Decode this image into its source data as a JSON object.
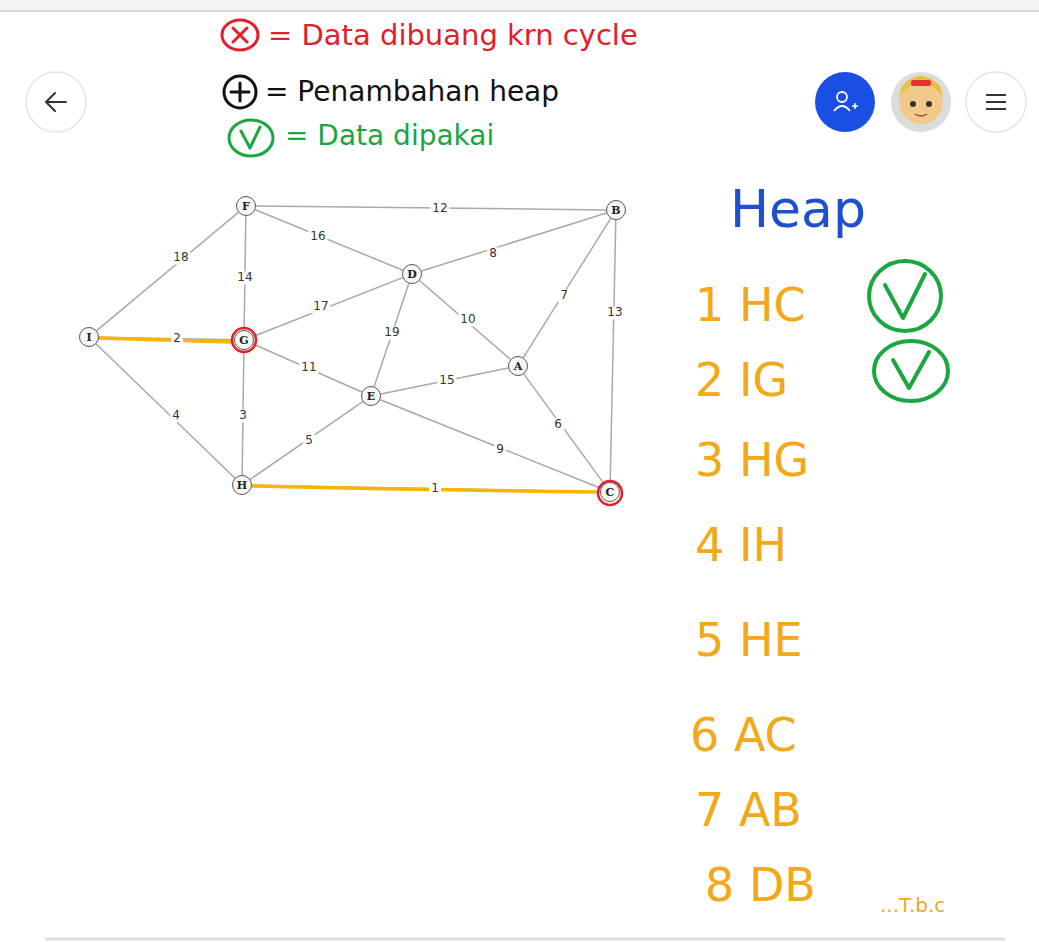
{
  "diagram": {
    "nodes": [
      {
        "text": [
          "F"
        ]
      },
      {
        "text": [
          "B"
        ]
      },
      {
        "text": [
          "D"
        ]
      },
      {
        "text": [
          "I"
        ]
      },
      {
        "text": [
          "G"
        ]
      },
      {
        "text": [
          "A"
        ]
      },
      {
        "text": [
          "E"
        ]
      },
      {
        "text": [
          "H"
        ]
      },
      {
        "text": [
          "C"
        ]
      }
    ],
    "edges": [
      {
        "from": 0,
        "to": 1,
        "arrow": "none",
        "label": "12"
      },
      {
        "from": 0,
        "to": 2,
        "arrow": "none",
        "label": "16"
      },
      {
        "from": 0,
        "to": 3,
        "arrow": "none",
        "label": "18"
      },
      {
        "from": 0,
        "to": 4,
        "arrow": "none",
        "label": "14"
      },
      {
        "from": 2,
        "to": 1,
        "arrow": "none",
        "label": "8"
      },
      {
        "from": 1,
        "to": 5,
        "arrow": "none",
        "label": "7"
      },
      {
        "from": 1,
        "to": 8,
        "arrow": "none",
        "label": "13"
      },
      {
        "from": 2,
        "to": 4,
        "arrow": "none",
        "label": "17"
      },
      {
        "from": 2,
        "to": 6,
        "arrow": "none",
        "label": "19"
      },
      {
        "from": 2,
        "to": 5,
        "arrow": "none",
        "label": "10"
      },
      {
        "from": 3,
        "to": 4,
        "arrow": "none",
        "label": "2"
      },
      {
        "from": 4,
        "to": 6,
        "arrow": "none",
        "label": "11"
      },
      {
        "from": 3,
        "to": 7,
        "arrow": "none",
        "label": "4"
      },
      {
        "from": 4,
        "to": 7,
        "arrow": "none",
        "label": "3"
      },
      {
        "from": 6,
        "to": 5,
        "arrow": "none",
        "label": "15"
      },
      {
        "from": 6,
        "to": 7,
        "arrow": "none",
        "label": "5"
      },
      {
        "from": 6,
        "to": 8,
        "arrow": "none",
        "label": "9"
      },
      {
        "from": 5,
        "to": 8,
        "arrow": "none",
        "label": "6"
      },
      {
        "from": 7,
        "to": 8,
        "arrow": "none",
        "label": "1"
      }
    ],
    "labels": [
      "Heap",
      "1 HC",
      "2 IG",
      "3 HG",
      "4 IH",
      "5 HE",
      "6 AC",
      "7 AB",
      "8 DB",
      "...T.b.c"
    ],
    "legend": [
      {
        "text": "= Data dibuang krn cycle"
      },
      {
        "text": "= Penambahan heap"
      },
      {
        "text": "= Data dipakai"
      }
    ]
  }
}
